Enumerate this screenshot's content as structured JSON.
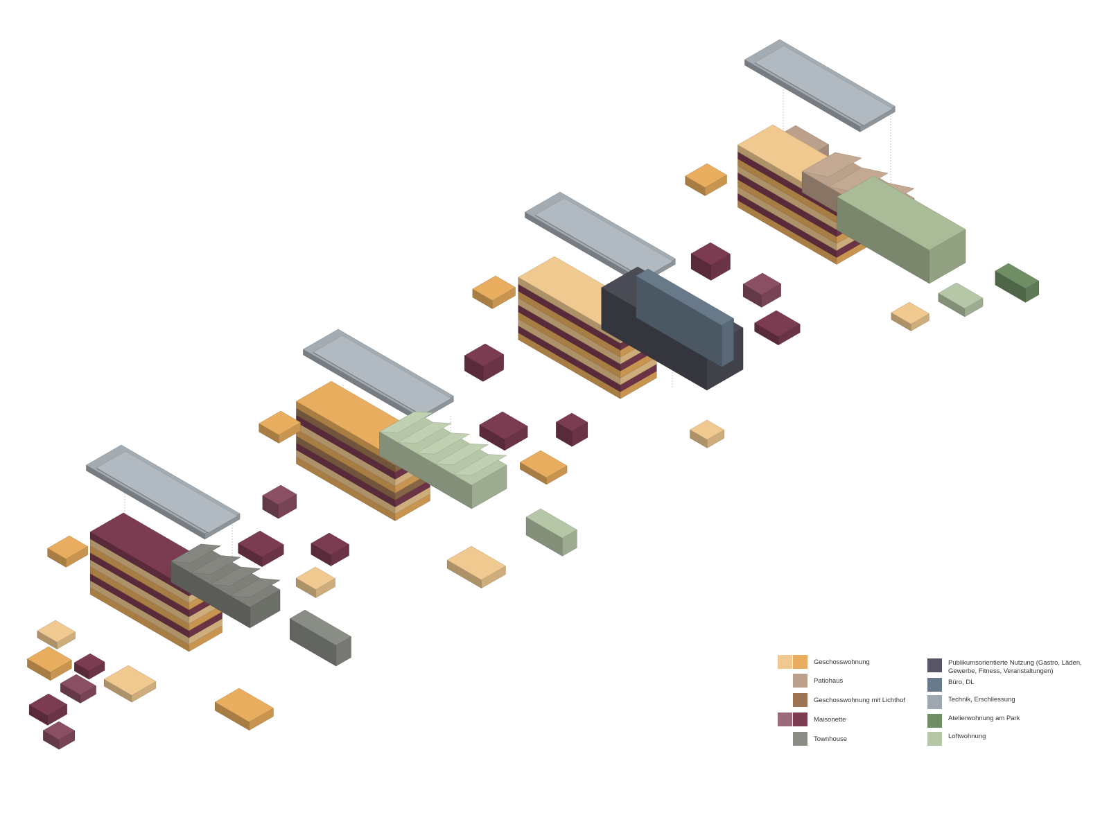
{
  "legend": {
    "left": [
      {
        "label": "Geschosswohnung",
        "colors": [
          "#f0c991",
          "#e8ad5e"
        ]
      },
      {
        "label": "Patiohaus",
        "colors": [
          "#bba18b"
        ]
      },
      {
        "label": "Geschosswohnung mit Lichthof",
        "colors": [
          "#9c7454"
        ]
      },
      {
        "label": "Maisonette",
        "colors": [
          "#9a6b79",
          "#7b3b51"
        ]
      },
      {
        "label": "Townhouse",
        "colors": [
          "#8a8c86"
        ]
      }
    ],
    "right": [
      {
        "label_lines": [
          "Publikumsorientierte Nutzung (Gastro, Läden,",
          "Gewerbe, Fitness, Veranstaltungen)"
        ],
        "colors": [
          "#575566"
        ]
      },
      {
        "label_lines": [
          "Büro, DL"
        ],
        "colors": [
          "#68798a"
        ]
      },
      {
        "label_lines": [
          "Technik, Erschliessung"
        ],
        "colors": [
          "#9ea7af"
        ]
      },
      {
        "label_lines": [
          "Atelierwohnung am Park"
        ],
        "colors": [
          "#6f8e64"
        ]
      },
      {
        "label_lines": [
          "Loftwohnung"
        ],
        "colors": [
          "#b6c7a8"
        ]
      }
    ]
  },
  "palette": {
    "orange_light": "#f0c991",
    "orange": "#e8ad5e",
    "maisonette": "#7b3b51",
    "roof": "#a4acb3",
    "dark_base": "#4a4b55",
    "green_light": "#b6c7a8",
    "green": "#6f8e64",
    "office": "#68798a",
    "townhouse": "#8a8c86"
  }
}
